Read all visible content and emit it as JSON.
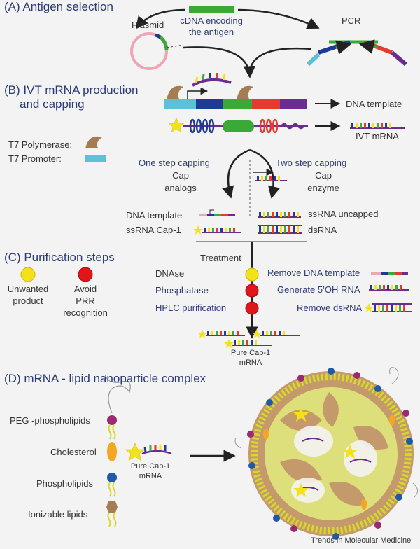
{
  "sections": {
    "a": "(A) Antigen selection",
    "b_line1": "(B) IVT mRNA production",
    "b_line2": "and capping",
    "c": "(C) Purification steps",
    "d": "(D) mRNA - lipid nanoparticle complex"
  },
  "panel_a": {
    "plasmid": "Plasmid",
    "cdna_line1": "cDNA encoding",
    "cdna_line2": "the antigen",
    "pcr": "PCR"
  },
  "panel_b": {
    "dna_template": "DNA template",
    "ivt_mrna": "IVT mRNA",
    "t7_polymerase": "T7 Polymerase:",
    "t7_promoter": "T7 Promoter:",
    "one_step": "One step capping",
    "cap_analogs_1": "Cap",
    "cap_analogs_2": "analogs",
    "two_step": "Two step capping",
    "cap_enzyme_1": "Cap",
    "cap_enzyme_2": "enzyme",
    "dna_template_2": "DNA template",
    "ssrna_cap1": "ssRNA Cap-1",
    "ssrna_uncapped": "ssRNA uncapped",
    "dsrna": "dsRNA"
  },
  "panel_c": {
    "treatment": "Treatment",
    "unwanted_1": "Unwanted",
    "unwanted_2": "product",
    "avoid_1": "Avoid",
    "avoid_2": "PRR",
    "avoid_3": "recognition",
    "dnase": "DNAse",
    "phosphatase": "Phosphatase",
    "hplc": "HPLC purification",
    "remove_dna": "Remove DNA template",
    "generate_5oh": "Generate 5’OH RNA",
    "remove_dsrna": "Remove dsRNA",
    "pure_1": "Pure Cap-1",
    "pure_2": "mRNA"
  },
  "panel_d": {
    "peg": "PEG -phospholipids",
    "cholesterol": "Cholesterol",
    "phospholipids": "Phospholipids",
    "ionizable": "Ionizable lipids",
    "pure_1": "Pure Cap-1",
    "pure_2": "mRNA"
  },
  "footer": "Trends in Molecular Medicine",
  "colors": {
    "section_title": "#2b3a7a",
    "promoter": "#5bc0d8",
    "gene_blue": "#1f3a93",
    "gene_green": "#3aa935",
    "gene_red": "#e43a2f",
    "gene_purple": "#6a2c91",
    "polymerase": "#a67c52",
    "unwanted_dot": "#f2e21a",
    "avoid_dot": "#e0161b",
    "cap_star": "#f2e21a",
    "lnp_body": "#c49a6c",
    "lnp_lipid_tail": "#d6d92a",
    "cholesterol": "#f5a623",
    "peg_head": "#9c2a6e",
    "phospholipid_head": "#1e5aa8"
  }
}
